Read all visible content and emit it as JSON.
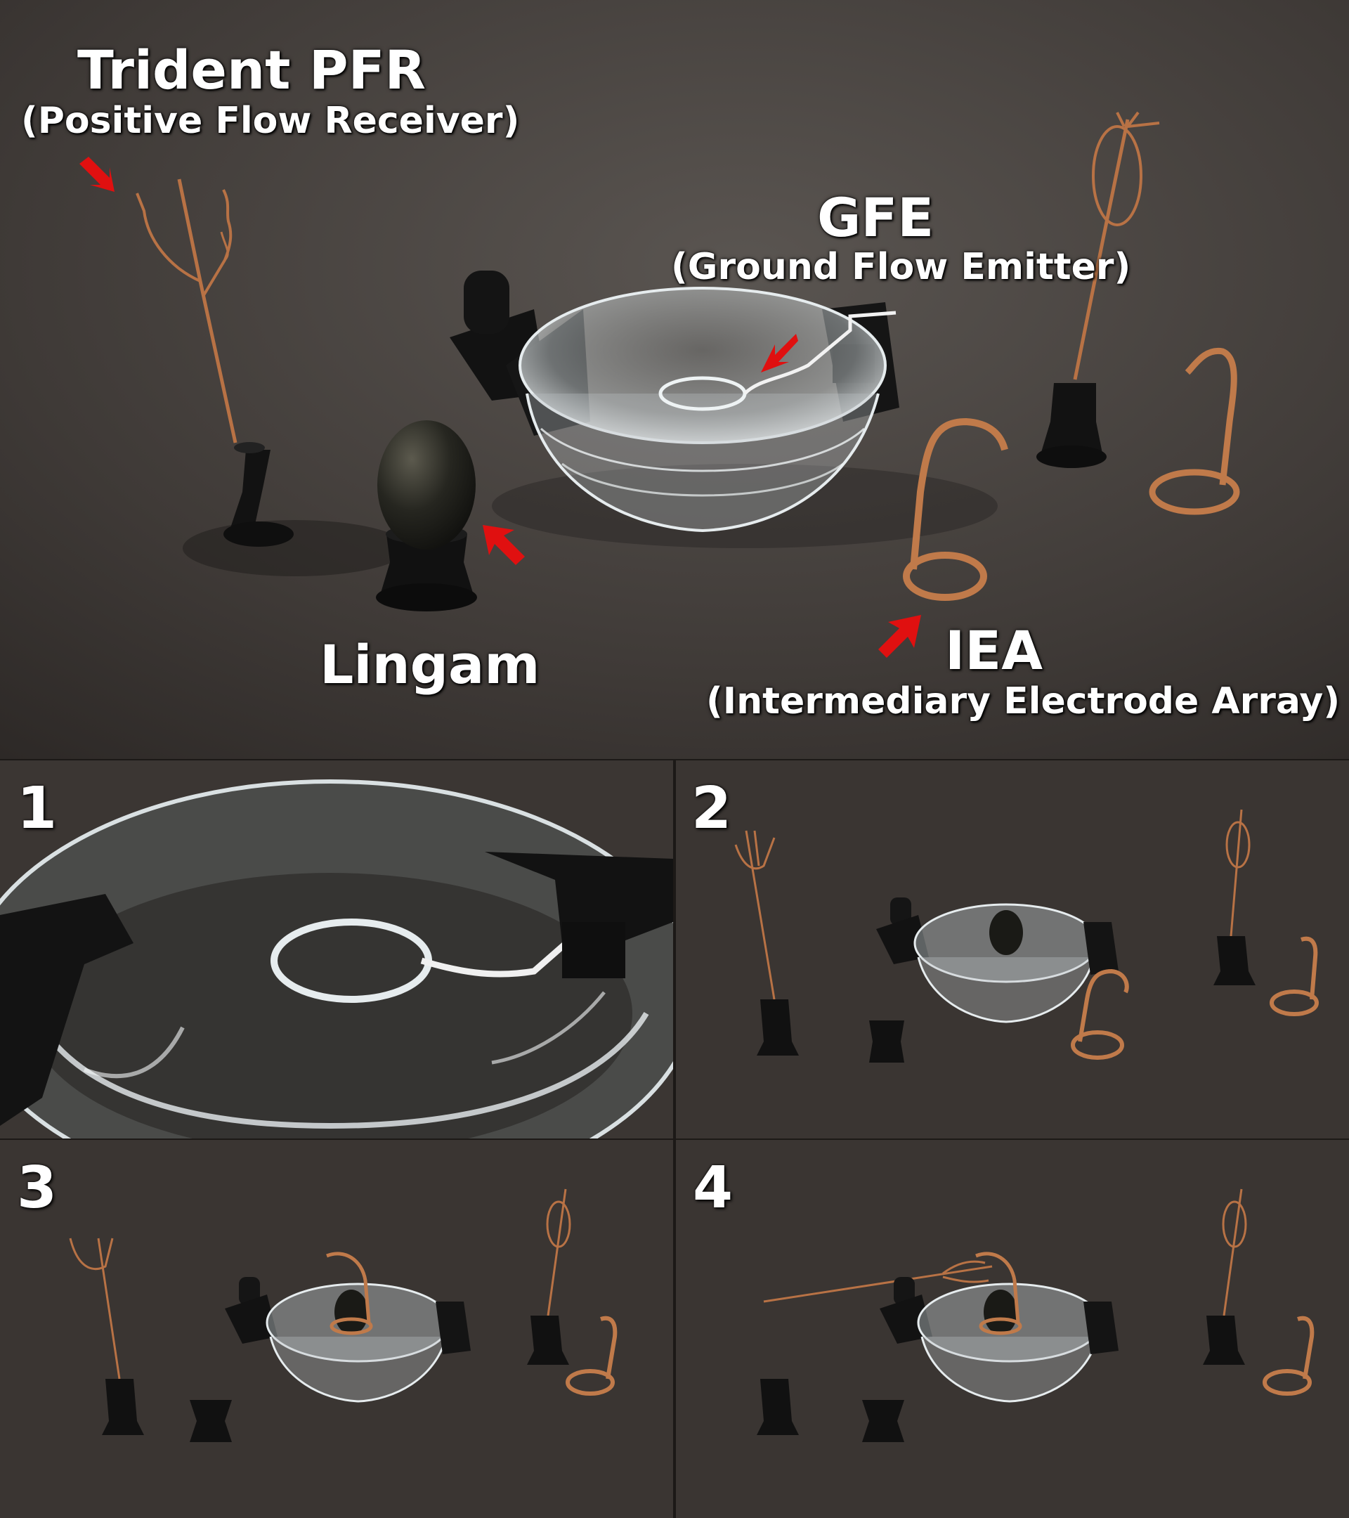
{
  "labels": {
    "trident_title": "Trident PFR",
    "trident_sub": "(Positive Flow Receiver)",
    "gfe_title": "GFE",
    "gfe_sub": "(Ground Flow Emitter)",
    "lingam_title": "Lingam",
    "iea_title": "IEA",
    "iea_sub": "(Intermediary Electrode Array)"
  },
  "panels": [
    {
      "number": "1"
    },
    {
      "number": "2"
    },
    {
      "number": "3"
    },
    {
      "number": "4"
    }
  ],
  "colors": {
    "background": "#3a3532",
    "arrow": "#e01010",
    "copper": "#c07a4a",
    "plastic": "#141414",
    "glass": "#cfd6d8"
  },
  "icons": [
    "red-arrow-icon"
  ]
}
